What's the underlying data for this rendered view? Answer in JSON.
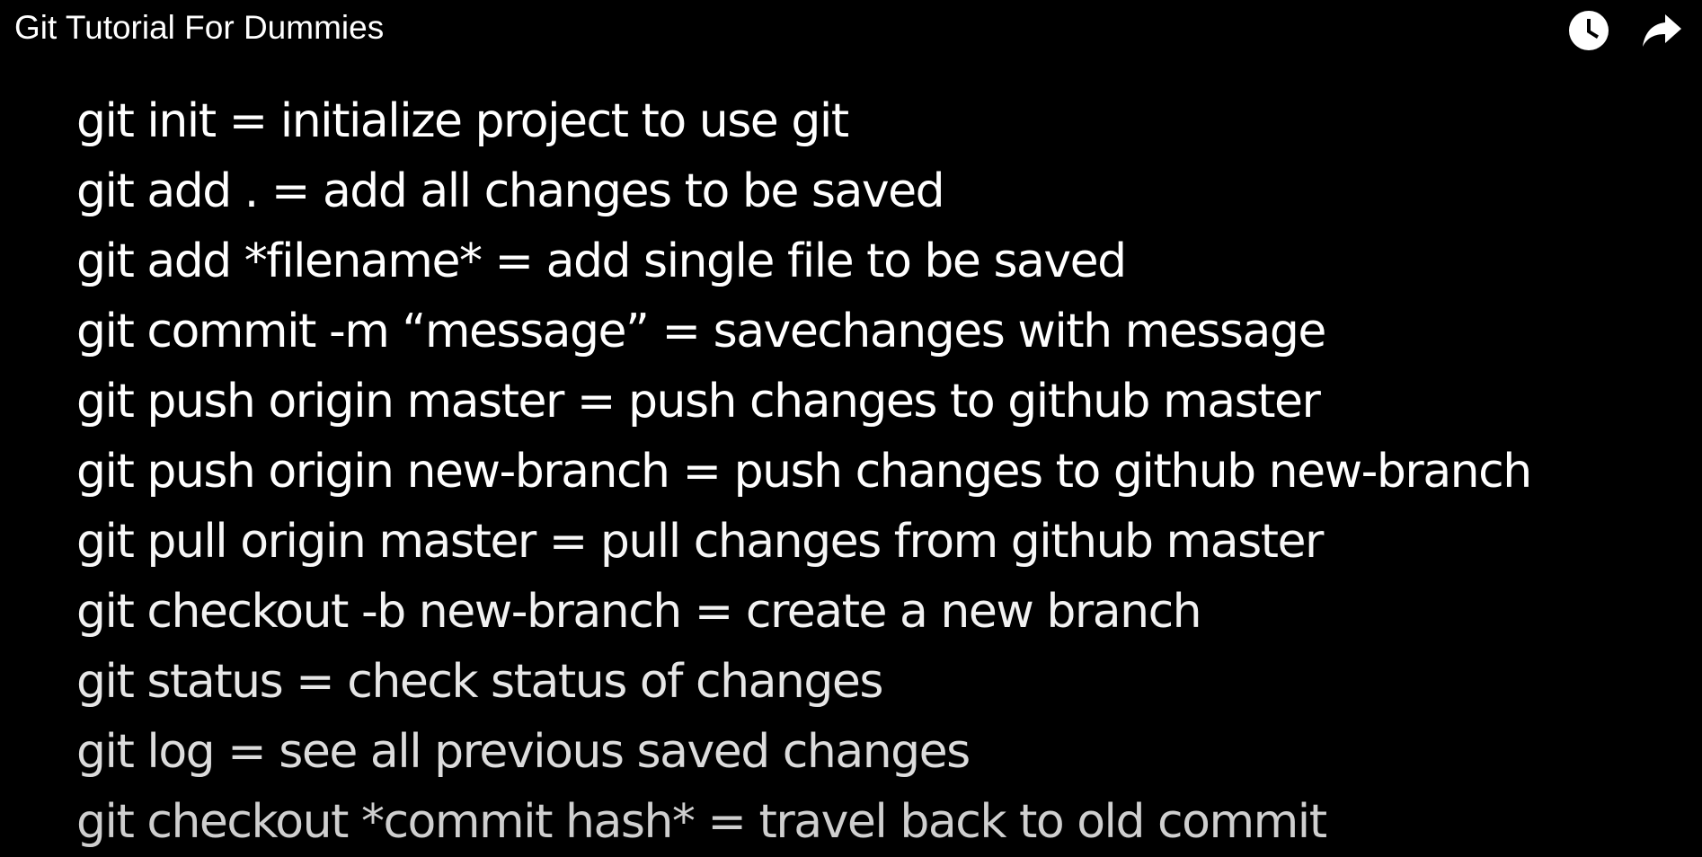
{
  "video": {
    "title": "Git Tutorial For Dummies",
    "watch_later_icon": "clock-icon",
    "share_icon": "share-arrow-icon"
  },
  "slide": {
    "lines": [
      {
        "text": "git init = initialize project to use git",
        "color": "#ffffff"
      },
      {
        "text": "git add . = add all changes to be saved",
        "color": "#ffffff"
      },
      {
        "text": "git add *filename* = add single file to be saved",
        "color": "#ffffff"
      },
      {
        "text": "git commit -m “message” = savechanges with message",
        "color": "#ffffff"
      },
      {
        "text": "git push origin master = push changes to github master",
        "color": "#ffffff"
      },
      {
        "text": "git push origin new-branch = push changes to github new-branch",
        "color": "#ffffff"
      },
      {
        "text": "git pull origin master = pull changes from github master",
        "color": "#f7f7f7"
      },
      {
        "text": "git checkout -b new-branch = create a new branch",
        "color": "#f2f2f2"
      },
      {
        "text": "git status = check status of changes",
        "color": "#e6e6e6"
      },
      {
        "text": "git log = see all previous saved changes",
        "color": "#dcdcdc"
      },
      {
        "text": "git checkout *commit hash* = travel back to old commit",
        "color": "#cfcfcf"
      }
    ]
  }
}
